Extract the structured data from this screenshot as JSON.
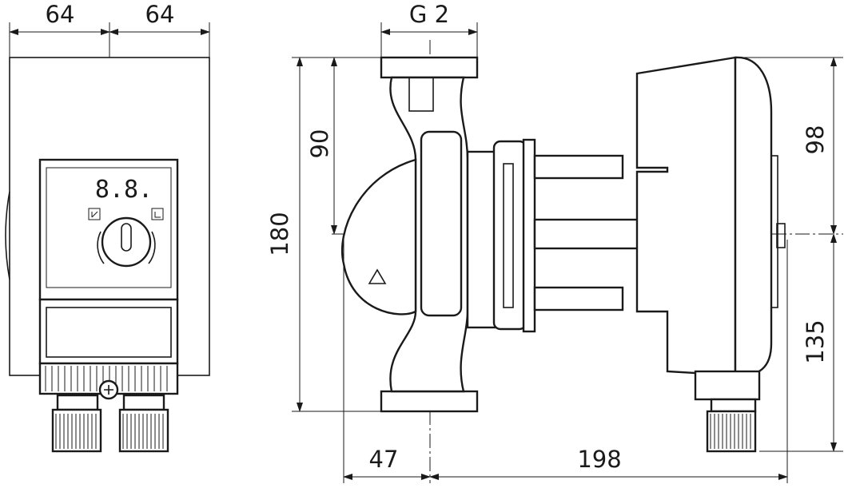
{
  "dimensions": {
    "left_width_a": "64",
    "left_width_b": "64",
    "thread": "G 2",
    "half_height_pipe": "90",
    "port_to_port": "180",
    "motor_top": "98",
    "motor_bottom": "135",
    "axis_offset": "47",
    "overall_length": "198"
  },
  "display": {
    "readout": "8.8."
  },
  "colors": {
    "line": "#1a1a1a",
    "background": "#ffffff"
  }
}
